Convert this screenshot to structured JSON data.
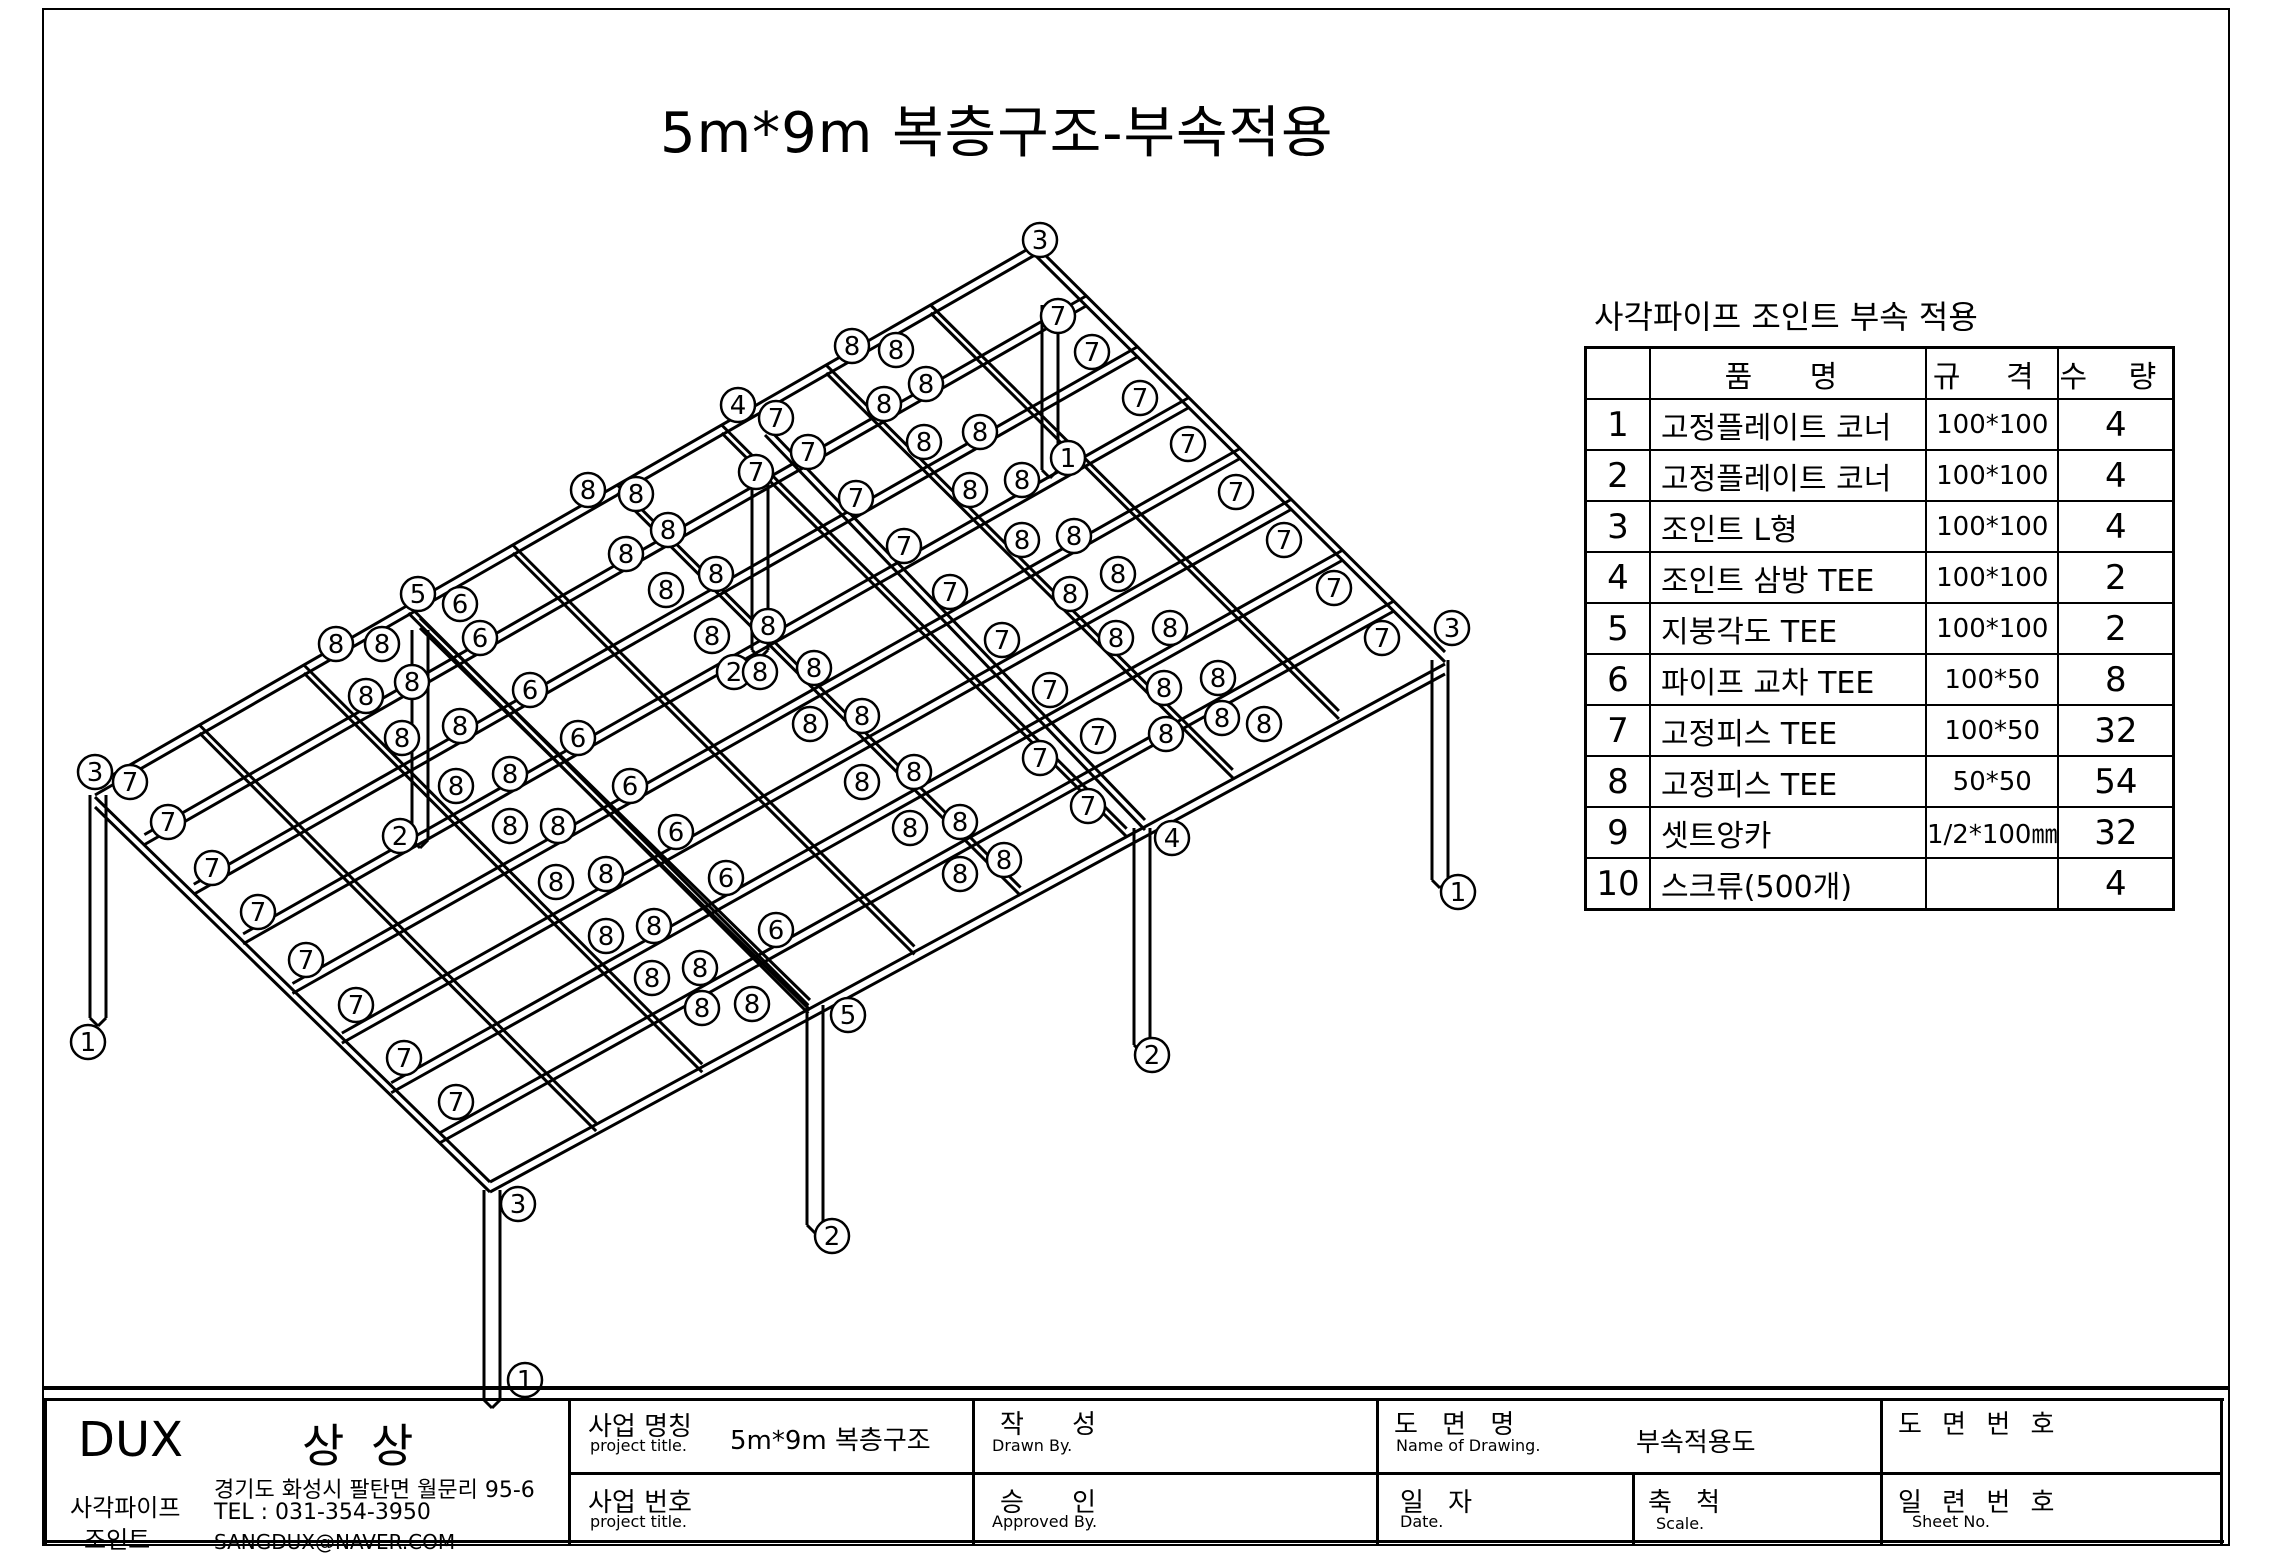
{
  "title": "5m*9m 복층구조-부속적용",
  "bom": {
    "title": "사각파이프 조인트 부속 적용",
    "headers": {
      "name": "품 명",
      "spec": "규 격",
      "qty": "수 량"
    },
    "rows": [
      {
        "no": "1",
        "name": "고정플레이트 코너",
        "spec": "100*100",
        "qty": "4"
      },
      {
        "no": "2",
        "name": "고정플레이트 코너",
        "spec": "100*100",
        "qty": "4"
      },
      {
        "no": "3",
        "name": "조인트 L형",
        "spec": "100*100",
        "qty": "4"
      },
      {
        "no": "4",
        "name": "조인트 삼방 TEE",
        "spec": "100*100",
        "qty": "2"
      },
      {
        "no": "5",
        "name": "지붕각도 TEE",
        "spec": "100*100",
        "qty": "2"
      },
      {
        "no": "6",
        "name": "파이프 교차 TEE",
        "spec": "100*50",
        "qty": "8"
      },
      {
        "no": "7",
        "name": "고정피스 TEE",
        "spec": "100*50",
        "qty": "32"
      },
      {
        "no": "8",
        "name": "고정피스 TEE",
        "spec": "50*50",
        "qty": "54"
      },
      {
        "no": "9",
        "name": "셋트앙카",
        "spec": "1/2*100㎜",
        "qty": "32"
      },
      {
        "no": "10",
        "name": "스크류(500개)",
        "spec": "",
        "qty": "4"
      }
    ]
  },
  "titleblock": {
    "company": "DUX",
    "company_kr": "상 상",
    "brand_line1": "사각파이프",
    "brand_line2": "조인트",
    "address": "경기도 화성시 팔탄면 월문리 95-6",
    "tel": "TEL : 031-354-3950",
    "email": "SANGDUX@NAVER.COM",
    "project_name_label": "사업 명칭",
    "project_name_sub": "project title.",
    "project_name_value": "5m*9m 복층구조",
    "drawn_label": "작 성",
    "drawn_sub": "Drawn By.",
    "drawing_name_label": "도 면 명",
    "drawing_name_sub": "Name of Drawing.",
    "drawing_name_value": "부속적용도",
    "drawing_no_label": "도 면 번 호",
    "project_no_label": "사업 번호",
    "project_no_sub": "project title.",
    "approved_label": "승 인",
    "approved_sub": "Approved By.",
    "date_label": "일 자",
    "date_sub": "Date.",
    "scale_label": "축 척",
    "scale_sub": "Scale.",
    "sheet_no_label": "일 련 번 호",
    "sheet_no_sub": "Sheet No."
  }
}
